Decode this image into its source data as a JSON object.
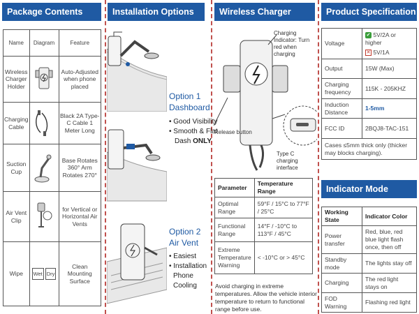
{
  "panels": {
    "package": {
      "title": "Package Contents"
    },
    "install": {
      "title": "Installation Options"
    },
    "holder": {
      "title": "Wireless Charger Holder"
    },
    "spec": {
      "title": "Product Specification"
    },
    "indicator": {
      "title": "Indicator Mode"
    }
  },
  "package_table": {
    "headers": [
      "Name",
      "Diagram",
      "Feature"
    ],
    "rows": [
      {
        "name": "Wireless Charger Holder",
        "feature": "Auto-Adjusted when phone placed"
      },
      {
        "name": "Charging Cable",
        "feature": "Black 2A Type-C Cable 1 Meter Long"
      },
      {
        "name": "Suction Cup",
        "feature": "Base Rotates 360° Arm Rotates 270°"
      },
      {
        "name": "Air Vent Clip",
        "feature": "for Vertical or Horizontal Air Vents"
      },
      {
        "name": "Wipe",
        "feature": "Clean Mounting Surface",
        "wipe_labels": [
          "Wet",
          "Dry"
        ]
      }
    ]
  },
  "install": {
    "option1": {
      "title": "Option 1",
      "subtitle": "Dashboard",
      "bullets": [
        "Good Visibility",
        "Smooth & Flat"
      ],
      "dash_text": "Dash ",
      "only": "ONLY"
    },
    "option2": {
      "title": "Option 2",
      "subtitle": "Air Vent",
      "bullets": [
        "Easiest",
        "Installation",
        "Phone",
        "Cooling"
      ]
    }
  },
  "holder": {
    "charging_indicator": "Charging Indicator: Turn red when charging",
    "release_button": "Release button",
    "type_c": "Type C charging interface"
  },
  "temp_table": {
    "headers": [
      "Parameter",
      "Temperature Range"
    ],
    "rows": [
      [
        "Optimal Range",
        "59°F / 15°C to 77°F / 25°C"
      ],
      [
        "Functional Range",
        "14°F / -10°C to 113°F / 45°C"
      ],
      [
        "Extreme Temperature Warning",
        "< -10°C or > 45°C"
      ]
    ],
    "note": "Avoid charging in extreme temperatures. Allow the vehicle interior temperature to return to functional range before use."
  },
  "spec_table": {
    "voltage_label": "Voltage",
    "voltage_ok": "5V/2A or higher",
    "voltage_bad": "5V/1A",
    "rows": [
      [
        "Output",
        "15W (Max)"
      ],
      [
        "Charging frequency",
        "115K - 205KHZ"
      ],
      [
        "Induction Distance",
        "1-5mm"
      ],
      [
        "FCC ID",
        "2BQJ8-TAC-151"
      ]
    ],
    "note": "Cases ≤5mm thick only (thicker may blocks charging)."
  },
  "indicator_table": {
    "headers": [
      "Working State",
      "Indicator Color"
    ],
    "rows": [
      [
        "Power transfer",
        "Red, blue, red blue light flash once, then off"
      ],
      [
        "Standby mode",
        "The lights stay off"
      ],
      [
        "Charging",
        "The red light stays on"
      ],
      [
        "FOD Warning",
        "Flashing red light"
      ]
    ]
  },
  "colors": {
    "header_bg": "#1f5aa3",
    "divider": "#c0504d",
    "accent": "#1f5aa3"
  }
}
